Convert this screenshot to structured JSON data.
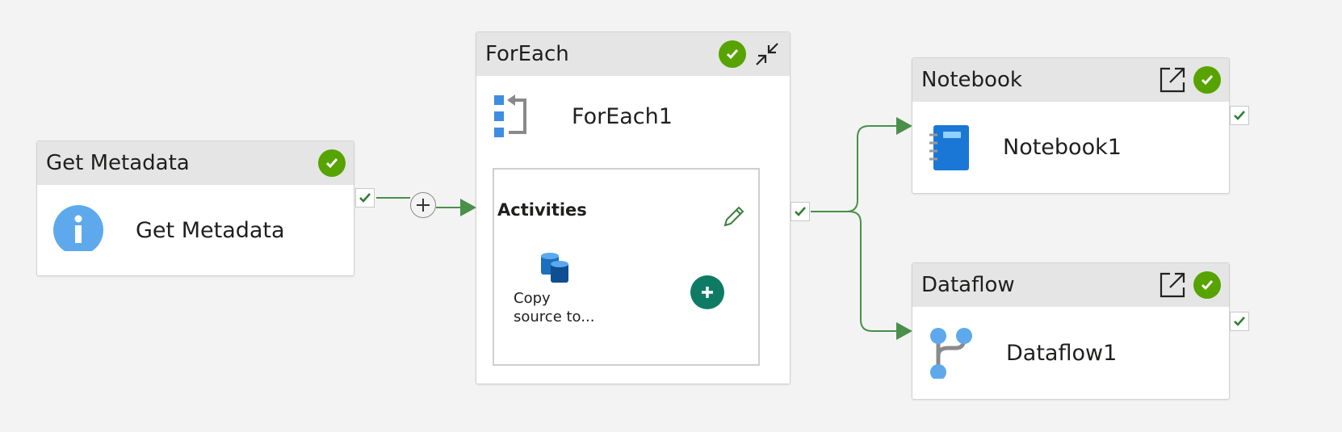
{
  "colors": {
    "success": "#57a300",
    "connector": "#4a8f4a",
    "add_button": "#0f7b64",
    "info_icon": "#5ea9ec",
    "notebook_icon": "#1b77d6",
    "header_bg": "#e5e5e5"
  },
  "get_metadata": {
    "header_title": "Get Metadata",
    "name": "Get Metadata",
    "icon": "info-icon",
    "status": "success"
  },
  "foreach": {
    "header_title": "ForEach",
    "name": "ForEach1",
    "icon": "foreach-loop-icon",
    "status": "success",
    "activities": {
      "label": "Activities",
      "items": [
        {
          "name": "Copy source to...",
          "line1": "Copy",
          "line2": "source to...",
          "icon": "database-icon"
        }
      ]
    }
  },
  "notebook": {
    "header_title": "Notebook",
    "name": "Notebook1",
    "icon": "notebook-icon",
    "status": "success"
  },
  "dataflow": {
    "header_title": "Dataflow",
    "name": "Dataflow1",
    "icon": "dataflow-icon",
    "status": "success"
  }
}
